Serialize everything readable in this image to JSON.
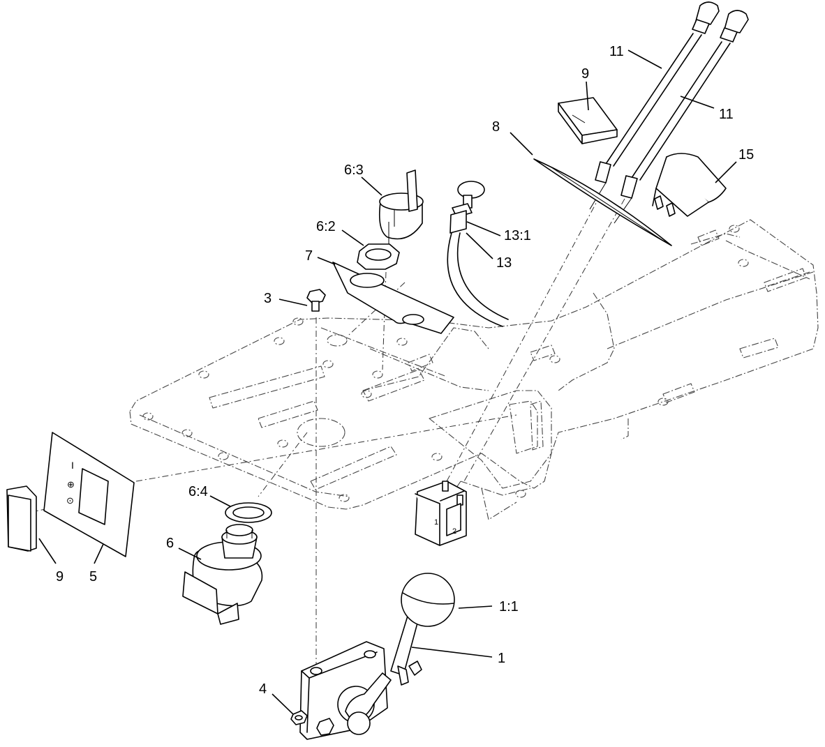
{
  "callouts": [
    {
      "id": "11a",
      "text": "11"
    },
    {
      "id": "11b",
      "text": "11"
    },
    {
      "id": "9a",
      "text": "9"
    },
    {
      "id": "8",
      "text": "8"
    },
    {
      "id": "15",
      "text": "15"
    },
    {
      "id": "6_3",
      "text": "6:3"
    },
    {
      "id": "6_2",
      "text": "6:2"
    },
    {
      "id": "13_1",
      "text": "13:1"
    },
    {
      "id": "13",
      "text": "13"
    },
    {
      "id": "7",
      "text": "7"
    },
    {
      "id": "3",
      "text": "3"
    },
    {
      "id": "6_4",
      "text": "6:4"
    },
    {
      "id": "6",
      "text": "6"
    },
    {
      "id": "9b",
      "text": "9"
    },
    {
      "id": "5",
      "text": "5"
    },
    {
      "id": "1_1",
      "text": "1:1"
    },
    {
      "id": "1",
      "text": "1"
    },
    {
      "id": "4",
      "text": "4"
    }
  ],
  "decal_5": {
    "row1": "I",
    "row2": "⊕",
    "row3": "⊙"
  },
  "switch_marks": {
    "pos1": "1",
    "pos2": "2"
  }
}
